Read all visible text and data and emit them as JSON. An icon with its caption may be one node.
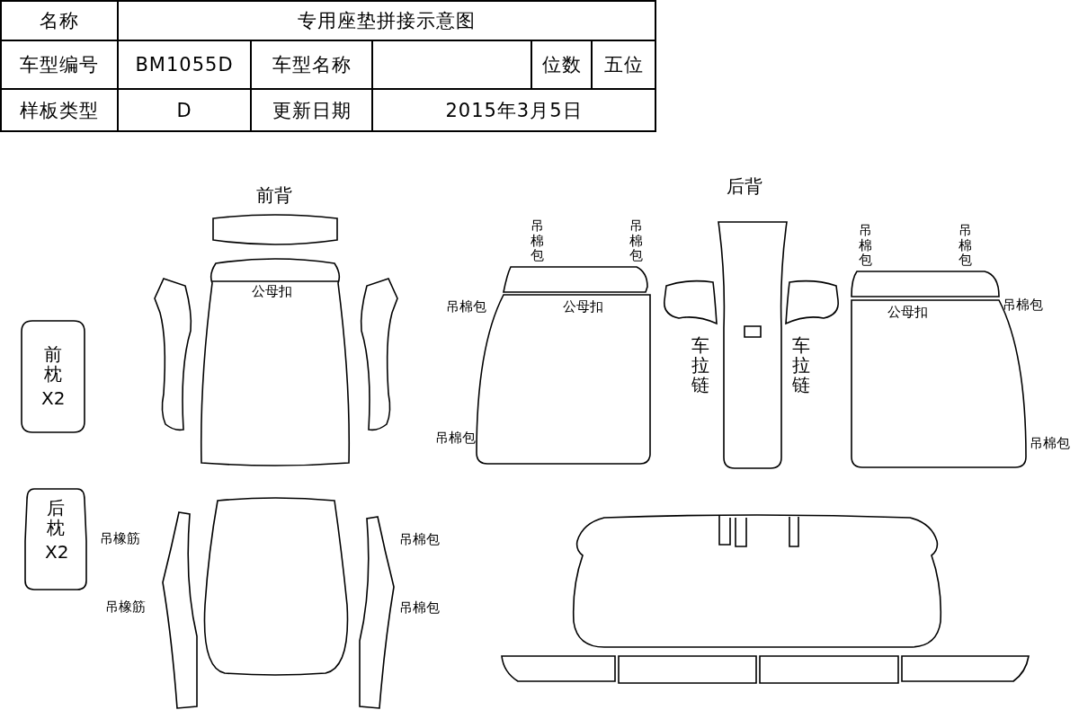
{
  "diagram": {
    "nodes": [
      {
        "text": [
          "前枕",
          "X2"
        ]
      },
      {
        "text": [
          "后枕",
          "X2"
        ]
      },
      {
        "text": [
          "前背"
        ]
      },
      {
        "text": [
          "公母扣"
        ]
      },
      {
        "text": [],
        "shape": "box"
      },
      {
        "text": [],
        "shape": "box"
      },
      {
        "text": [],
        "shape": "box"
      },
      {
        "text": [],
        "shape": "box",
        "beside": [
          "吊橡筋",
          "吊橡筋"
        ]
      },
      {
        "text": [],
        "shape": "box",
        "beside": [
          "吊棉包",
          "吊棉包"
        ]
      },
      {
        "text": [],
        "shape": "box",
        "beside": [
          "吊棉包",
          "吊棉包"
        ]
      },
      {
        "text": [
          "公母扣"
        ],
        "beside": [
          "吊棉包",
          "吊棉包"
        ]
      },
      {
        "text": [],
        "shape": "box"
      },
      {
        "text": [],
        "shape": "box",
        "beside": [
          "车拉链",
          "车拉链"
        ]
      },
      {
        "text": [],
        "shape": "box"
      },
      {
        "text": [],
        "shape": "box",
        "beside": [
          "吊棉包",
          "吊棉包"
        ]
      },
      {
        "text": [
          "公母扣"
        ],
        "beside": [
          "吊棉包",
          "吊棉包"
        ]
      },
      {
        "text": [],
        "shape": "box"
      },
      {
        "text": [],
        "shape": "box"
      },
      {
        "text": [],
        "shape": "box"
      },
      {
        "text": [],
        "shape": "box"
      },
      {
        "text": [],
        "shape": "box"
      }
    ],
    "edges": [],
    "labels": [
      "名称",
      "专用座垫拼接示意图",
      "车型编号",
      "BM1055D",
      "车型名称",
      "位数",
      "五位",
      "样板类型",
      "D",
      "更新日期",
      "2015年3月5日",
      "后背"
    ]
  }
}
